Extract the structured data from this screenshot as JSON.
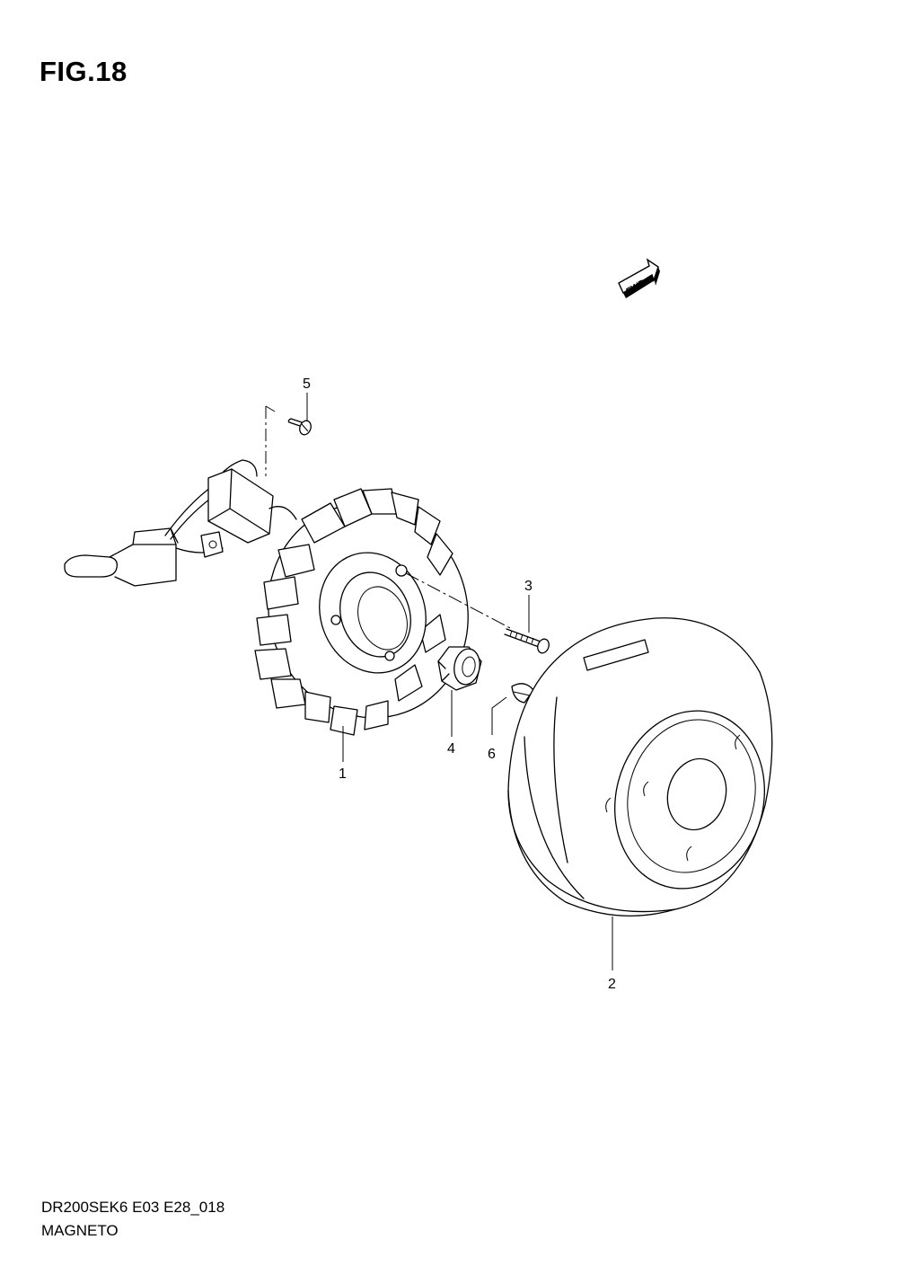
{
  "figure": {
    "title": "FIG.18",
    "model_code": "DR200SEK6 E03 E28_018",
    "section_name": "MAGNETO",
    "direction_badge": "FWD"
  },
  "callouts": [
    {
      "ref": "1"
    },
    {
      "ref": "2"
    },
    {
      "ref": "3"
    },
    {
      "ref": "4"
    },
    {
      "ref": "5"
    },
    {
      "ref": "6"
    }
  ],
  "parts": [
    {
      "ref": "1",
      "icon": "stator-coil-icon"
    },
    {
      "ref": "2",
      "icon": "rotor-flywheel-icon"
    },
    {
      "ref": "3",
      "icon": "screw-icon"
    },
    {
      "ref": "4",
      "icon": "nut-icon"
    },
    {
      "ref": "5",
      "icon": "bolt-icon"
    },
    {
      "ref": "6",
      "icon": "woodruff-key-icon"
    }
  ]
}
